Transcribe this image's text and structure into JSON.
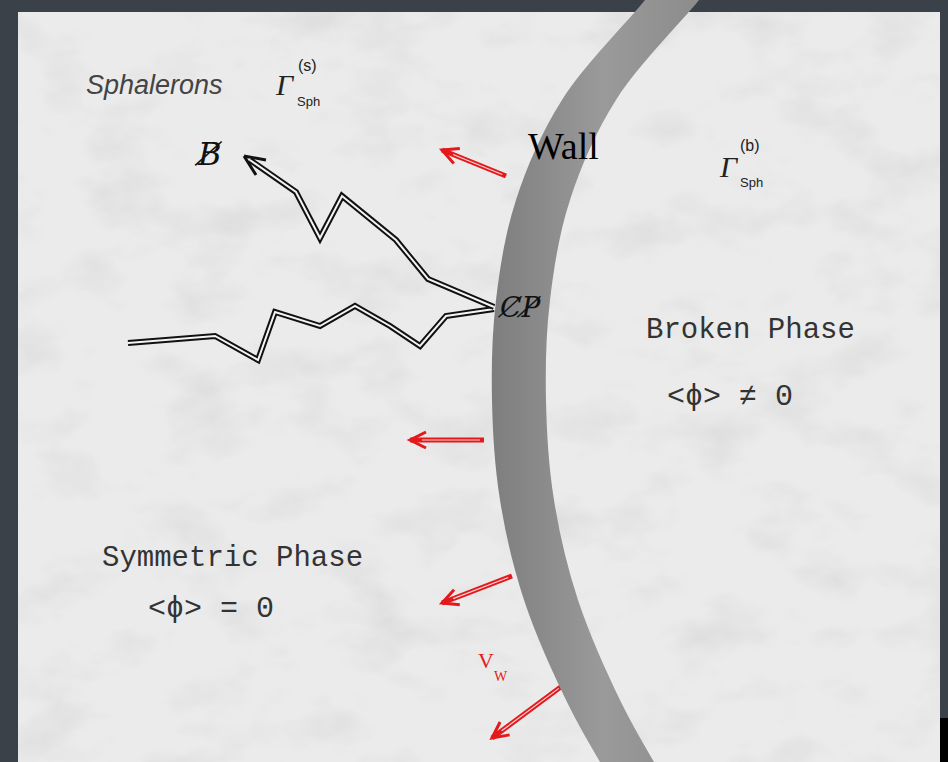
{
  "diagram": {
    "nodes": [
      {
        "text": [
          "Wall",
          "C̸P̸"
        ]
      }
    ],
    "labels": [
      "Sphalerons",
      "Γ",
      "(s)",
      "Sph",
      "B̸",
      "Γ",
      "(b)",
      "Sph",
      "Broken Phase",
      "<ϕ> ≠ 0",
      "Symmetric Phase",
      "<ϕ> = 0",
      "V",
      "W"
    ]
  }
}
